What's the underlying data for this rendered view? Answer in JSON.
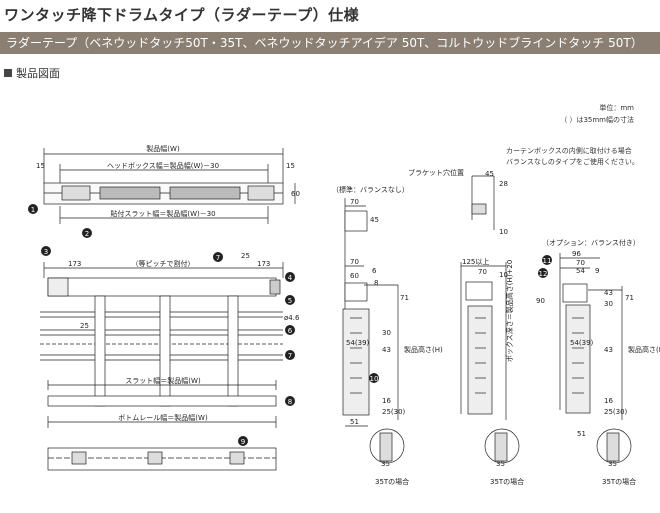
{
  "title": "ワンタッチ降下ドラムタイプ（ラダーテープ）仕様",
  "subtitle": "ラダーテープ（ベネウッドタッチ50T・35T、ベネウッドタッチアイデア 50T、コルトウッドブラインドタッチ 50T）",
  "section_label": "製品図面",
  "unit_note": "単位：mm",
  "paren_note": "（ ）は35mm幅の寸法",
  "curtain_note_1": "カーテンボックスの内側に取付ける場合",
  "curtain_note_2": "バランスなしのタイプをご使用ください。",
  "front": {
    "product_width": "製品幅(W)",
    "headbox_width": "ヘッドボックス幅＝製品幅(W)－30",
    "slat_attach_width": "貼付スラット幅＝製品幅(W)－30",
    "equal_pitch": "（等ピッチで割付）",
    "slat_width": "スラット幅＝製品幅(W)",
    "bottom_rail_width": "ボトムレール幅＝製品幅(W)",
    "dim_15_left": "15",
    "dim_15_right": "15",
    "dim_60": "60",
    "dim_173_left": "173",
    "dim_173_right": "173",
    "dim_25_top": "25",
    "dim_25_mid": "25",
    "dim_phi": "ø4.6"
  },
  "callouts": [
    "1",
    "2",
    "3",
    "4",
    "5",
    "6",
    "7",
    "8",
    "9",
    "10",
    "11",
    "12"
  ],
  "side_standard": {
    "label": "（標準：バランスなし）",
    "dims": [
      "70",
      "45",
      "70",
      "60",
      "6",
      "8",
      "71",
      "54(39)",
      "30",
      "43",
      "51",
      "16",
      "25(30)",
      "35"
    ],
    "height_label": "製品高さ(H)",
    "case_label": "35Tの場合"
  },
  "side_bracket": {
    "label": "ブラケット穴位置",
    "dims": [
      "45",
      "28",
      "10",
      "125以上",
      "70",
      "10",
      "35"
    ],
    "height_label": "ボックス深さ＝製品高さ(H)+20",
    "case_label": "35Tの場合"
  },
  "side_valance": {
    "label": "（オプション：バランス付き）",
    "dims": [
      "96",
      "70",
      "54",
      "9",
      "90",
      "43",
      "30",
      "71",
      "54(39)",
      "43",
      "51",
      "16",
      "25(30)",
      "35"
    ],
    "height_label": "製品高さ(H)",
    "case_label": "35Tの場合"
  }
}
